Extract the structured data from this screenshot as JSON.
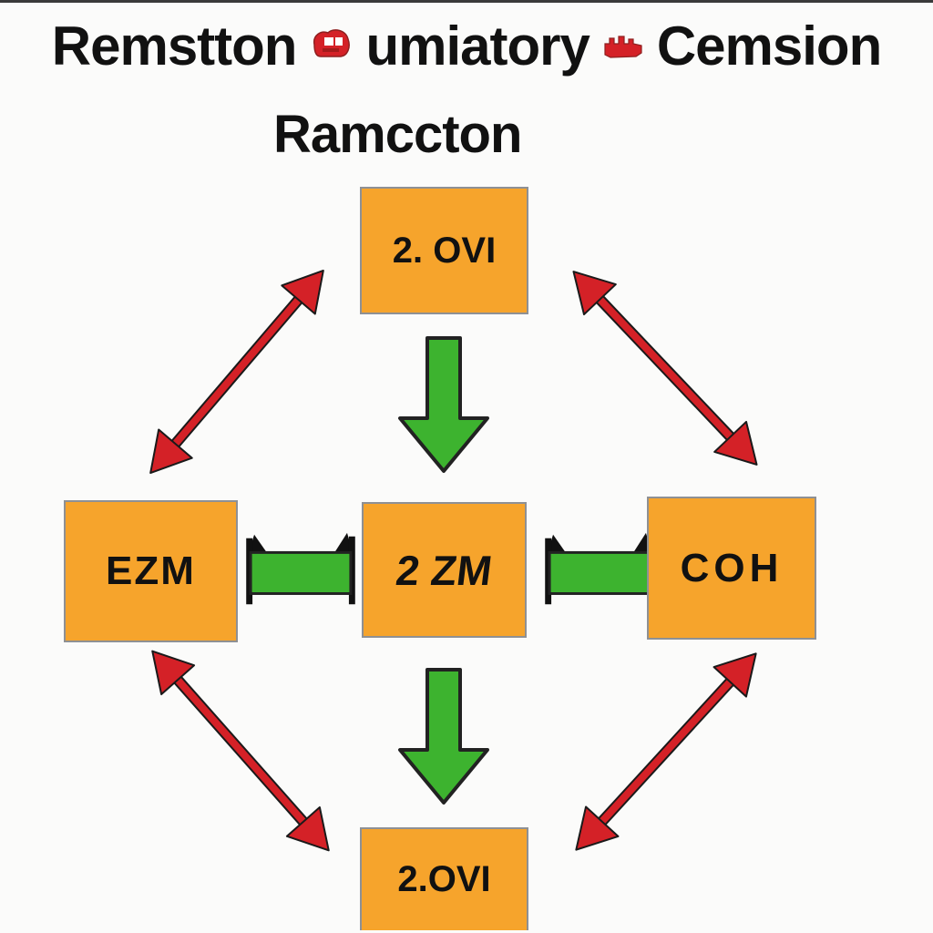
{
  "title": {
    "line1_word1": "Remstton",
    "line1_word2": "umiatory",
    "line1_word3": "Cemsion",
    "line2": "Ramccton"
  },
  "nodes": {
    "top": "2. OVI",
    "left": "EZM",
    "center": "2 ZM",
    "right": "COH",
    "bottom": "2.OVI"
  },
  "icons": {
    "title_glyph_1": "red-blob-icon",
    "title_glyph_2": "red-blob-icon"
  },
  "edges": [
    {
      "from": "top",
      "to": "left",
      "style": "red-double-headed-diagonal"
    },
    {
      "from": "top",
      "to": "right",
      "style": "red-double-headed-diagonal"
    },
    {
      "from": "left",
      "to": "bottom",
      "style": "red-double-headed-diagonal"
    },
    {
      "from": "right",
      "to": "bottom",
      "style": "red-double-headed-diagonal"
    },
    {
      "from": "top",
      "to": "center",
      "style": "green-block-arrow-down"
    },
    {
      "from": "center",
      "to": "bottom",
      "style": "green-block-arrow-down"
    },
    {
      "from": "left",
      "to": "center",
      "style": "green-bar-connector"
    },
    {
      "from": "center",
      "to": "right",
      "style": "green-bar-connector"
    }
  ],
  "colors": {
    "box_fill": "#F6A42C",
    "box_border": "#8E9094",
    "arrow_red": "#D42127",
    "arrow_green": "#3DB32F",
    "outline": "#1A1A1A",
    "background": "#FBFBFA",
    "title_text": "#111111"
  }
}
